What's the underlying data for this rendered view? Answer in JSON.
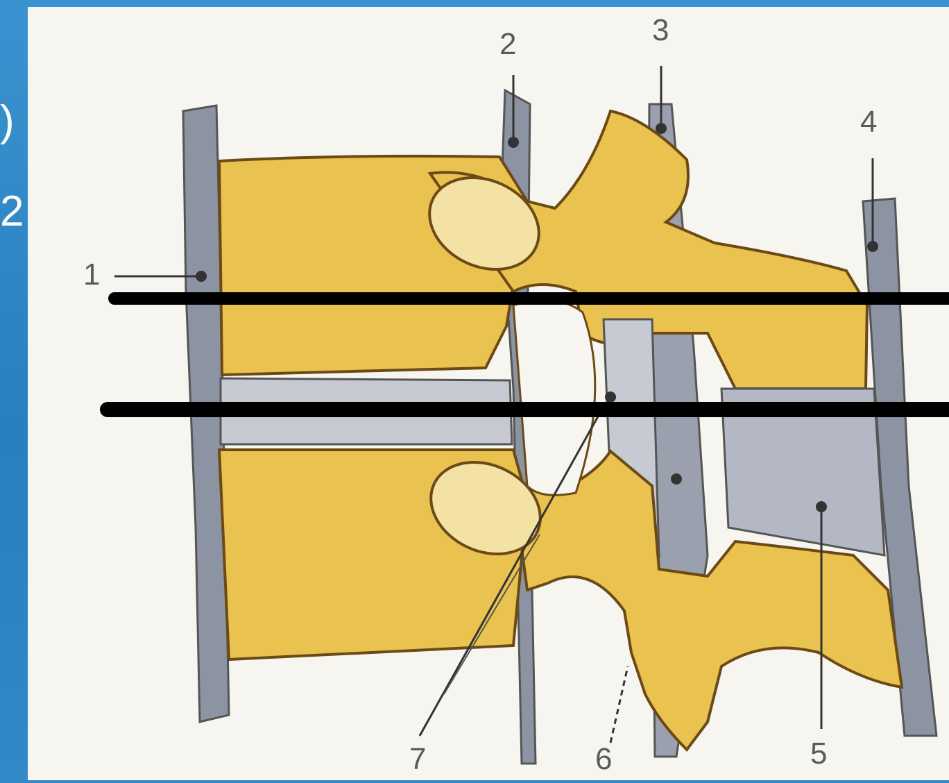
{
  "slide": {
    "side_text": [
      ")",
      "2"
    ]
  },
  "figure": {
    "labels": [
      "1",
      "2",
      "3",
      "4",
      "5",
      "6",
      "7"
    ]
  },
  "colors": {
    "background": "#2f86c4",
    "bone": "#e9c24f",
    "bone_outline": "#6b4a16",
    "ligament": "#8c93a3",
    "figure_bg": "#f7f5f0",
    "cut_line": "#000000"
  }
}
